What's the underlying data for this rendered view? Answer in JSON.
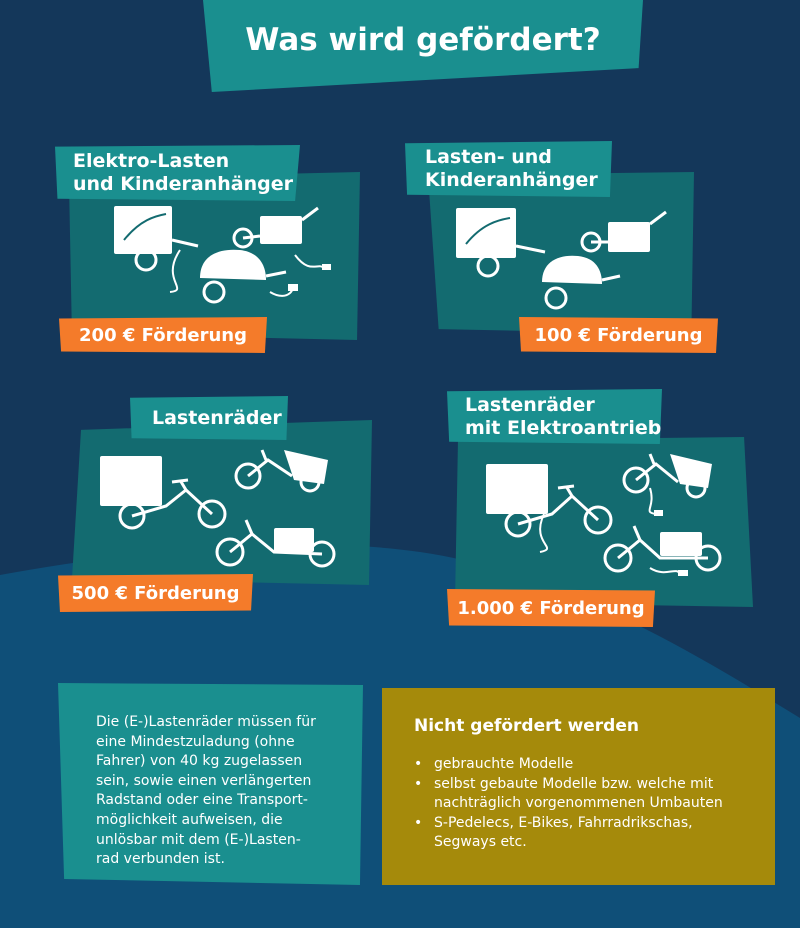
{
  "title": "Was wird gefördert?",
  "colors": {
    "navy": "#14375a",
    "ocean": "#0f4f78",
    "card": "#136b70",
    "teal": "#1a8f8f",
    "orange": "#f47b2a",
    "gold": "#a58a0b"
  },
  "cards": [
    {
      "title_lines": [
        "Elektro-Lasten",
        "und Kinderanhänger"
      ],
      "subsidy": "200 € Förderung",
      "icons": [
        "cargo-trailer-icon",
        "bike-trailer-icon",
        "child-trailer-icon",
        "power-plug-icon"
      ]
    },
    {
      "title_lines": [
        "Lasten- und",
        "Kinderanhänger"
      ],
      "subsidy": "100 € Förderung",
      "icons": [
        "cargo-trailer-icon",
        "bike-trailer-icon",
        "child-trailer-icon"
      ]
    },
    {
      "title_lines": [
        "Lastenräder"
      ],
      "subsidy": "500 € Förderung",
      "icons": [
        "cargo-bike-icon",
        "front-box-bike-icon",
        "long-john-bike-icon"
      ]
    },
    {
      "title_lines": [
        "Lastenräder",
        "mit Elektroantrieb"
      ],
      "subsidy": "1.000 € Förderung",
      "icons": [
        "cargo-bike-icon",
        "front-box-bike-icon",
        "long-john-bike-icon",
        "power-plug-icon"
      ]
    }
  ],
  "info": {
    "lines": [
      "Die (E-)Lastenräder müssen für",
      "eine Mindestzuladung (ohne",
      "Fahrer) von 40 kg zugelassen",
      "sein, sowie einen verlängerten",
      "Radstand oder eine Transport-",
      "möglichkeit aufweisen, die",
      "unlösbar mit dem (E-)Lasten-",
      "rad verbunden ist."
    ]
  },
  "not_funded": {
    "title": "Nicht gefördert werden",
    "items": [
      {
        "lines": [
          "gebrauchte Modelle"
        ]
      },
      {
        "lines": [
          "selbst gebaute Modelle bzw. welche mit",
          "nachträglich vorgenommenen Umbauten"
        ]
      },
      {
        "lines": [
          "S-Pedelecs, E-Bikes, Fahrradrikschas,",
          "Segways etc."
        ]
      }
    ]
  }
}
